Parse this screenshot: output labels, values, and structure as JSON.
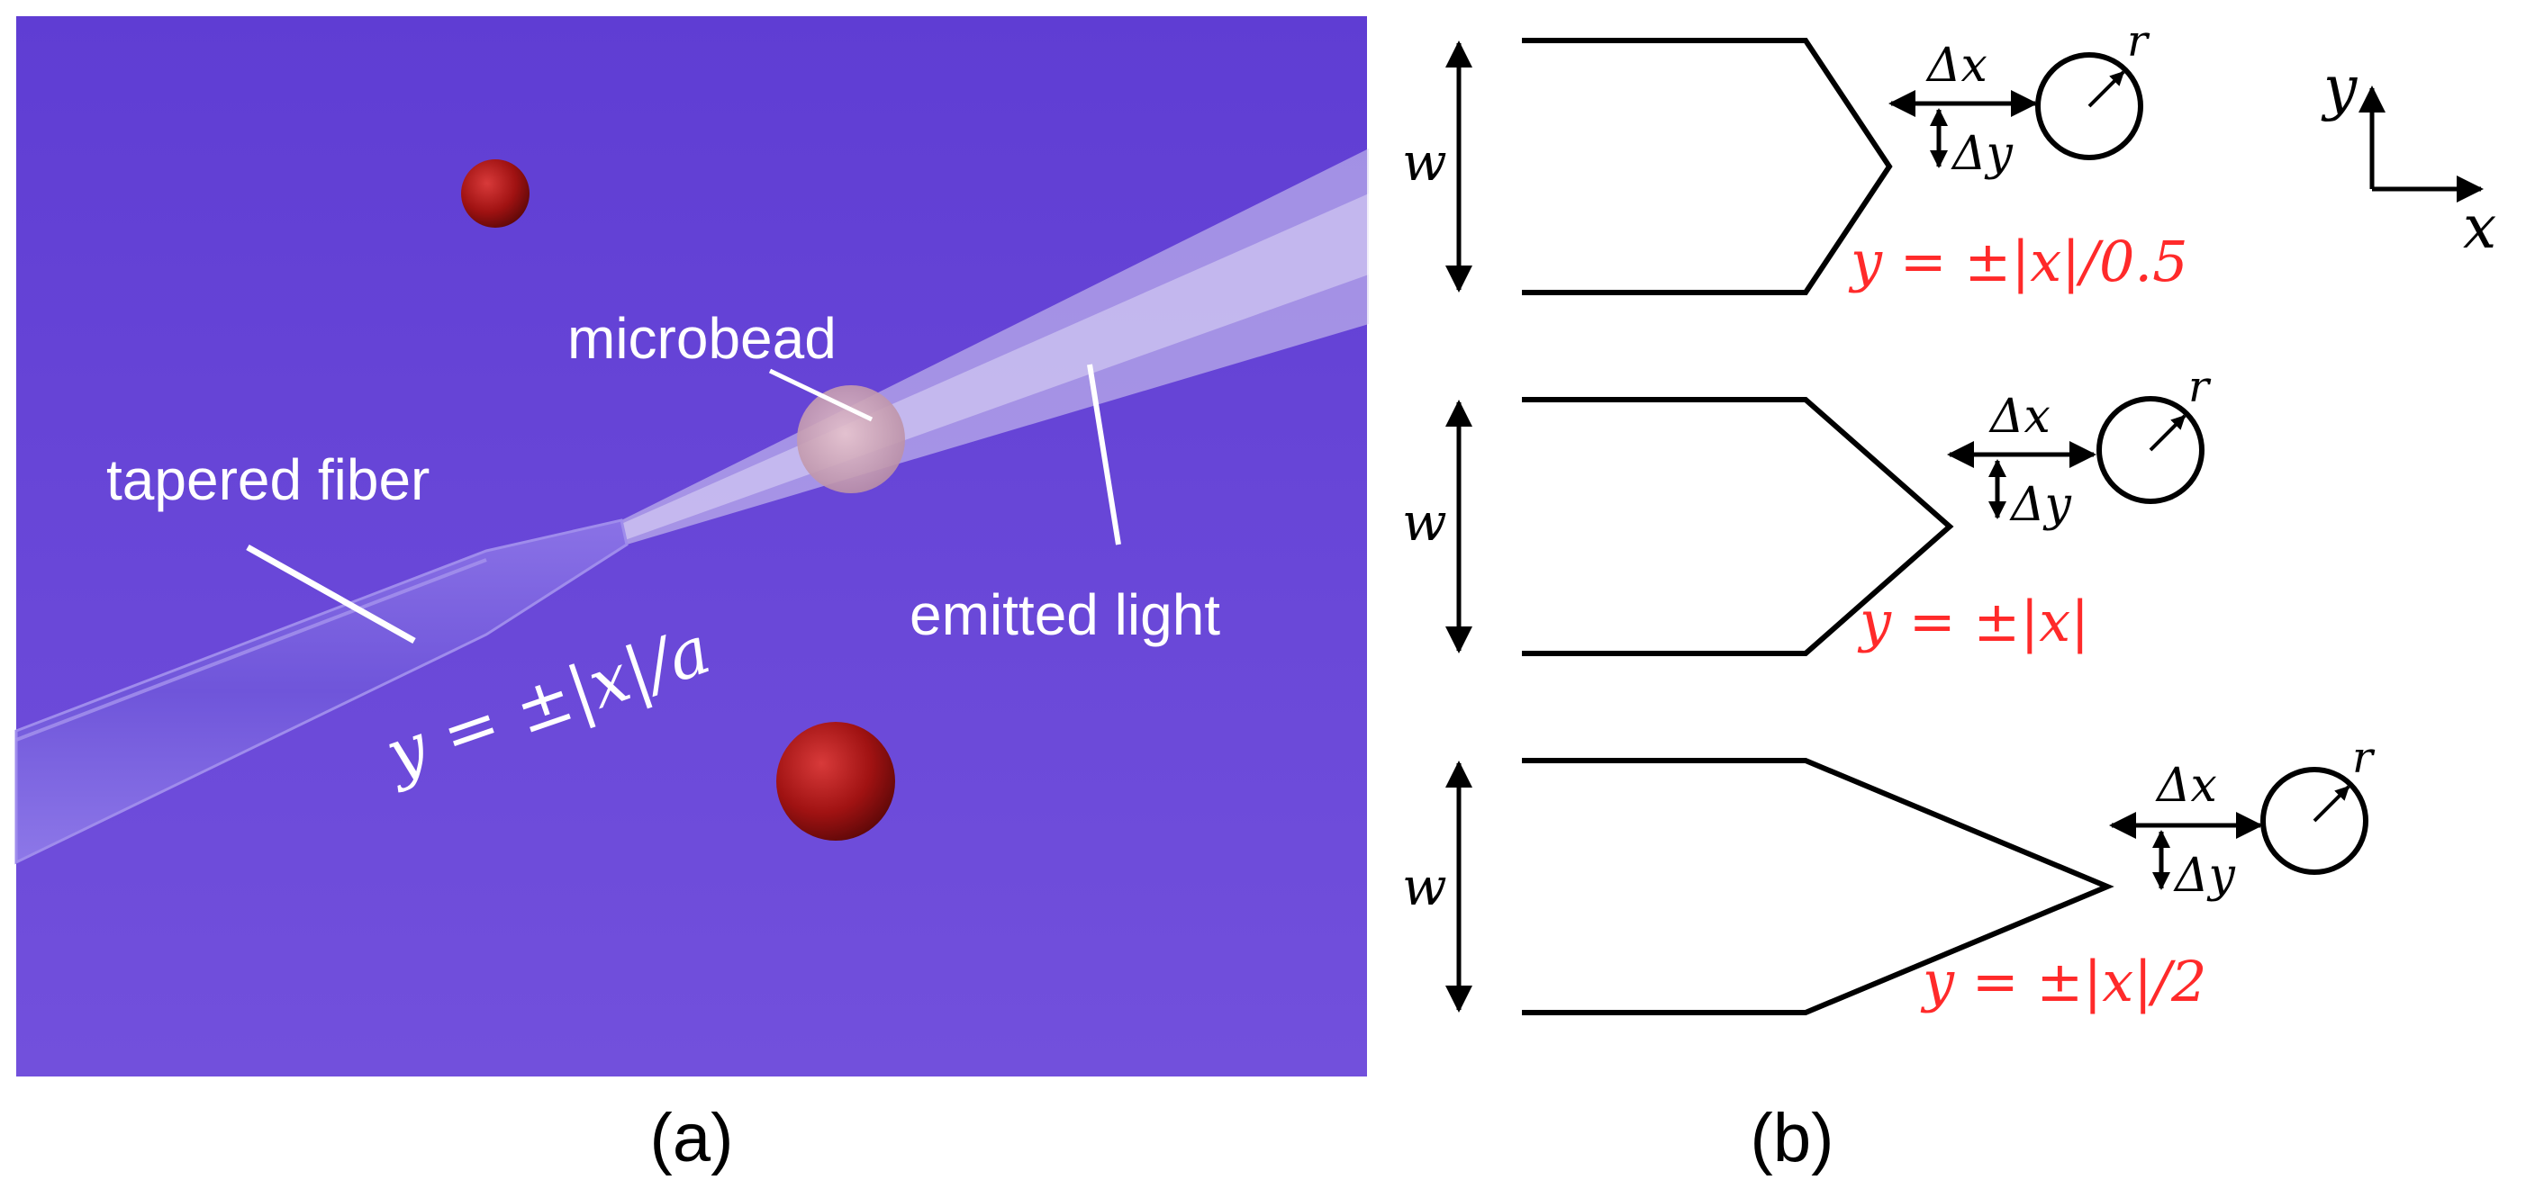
{
  "panel_a": {
    "caption": "(a)",
    "labels": {
      "microbead": "microbead",
      "tapered_fiber": "tapered fiber",
      "emitted_light": "emitted light"
    },
    "equation": "y = ±|x|/a",
    "colors": {
      "background": "#6a46d6",
      "bead": "#a01010"
    }
  },
  "panel_b": {
    "caption": "(b)",
    "axis_y": "y",
    "axis_x": "x",
    "symbol_w": "w",
    "symbol_dx": "Δx",
    "symbol_dy": "Δy",
    "symbol_r": "r",
    "shapes": [
      {
        "equation": "y = ±|x|/0.5"
      },
      {
        "equation": "y = ±|x|"
      },
      {
        "equation": "y = ±|x|/2"
      }
    ],
    "colors": {
      "equation": "#ff2a2a"
    }
  }
}
